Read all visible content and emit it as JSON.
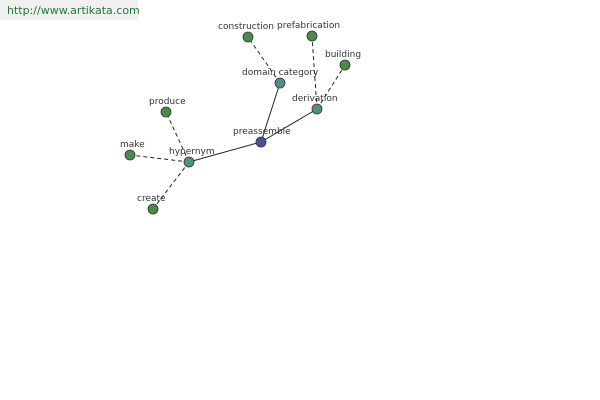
{
  "watermark": {
    "text": "http://www.artikata.com"
  },
  "colors": {
    "root": "#4a4f9a",
    "relation": "#4f8f86",
    "leaf": "#4a8a4a",
    "watermark_text": "#1f7a3a"
  },
  "graph": {
    "nodes": [
      {
        "id": "preassemble",
        "label": "preassemble",
        "kind": "root"
      },
      {
        "id": "hypernym",
        "label": "hypernym",
        "kind": "relation"
      },
      {
        "id": "domain-category",
        "label": "domain category",
        "kind": "relation"
      },
      {
        "id": "derivation",
        "label": "derivation",
        "kind": "relation"
      },
      {
        "id": "produce",
        "label": "produce",
        "kind": "leaf"
      },
      {
        "id": "make",
        "label": "make",
        "kind": "leaf"
      },
      {
        "id": "create",
        "label": "create",
        "kind": "leaf"
      },
      {
        "id": "construction",
        "label": "construction",
        "kind": "leaf"
      },
      {
        "id": "prefabrication",
        "label": "prefabrication",
        "kind": "leaf"
      },
      {
        "id": "building",
        "label": "building",
        "kind": "leaf"
      }
    ],
    "edges": [
      {
        "from": "preassemble",
        "to": "hypernym",
        "style": "solid"
      },
      {
        "from": "preassemble",
        "to": "domain-category",
        "style": "solid"
      },
      {
        "from": "preassemble",
        "to": "derivation",
        "style": "solid"
      },
      {
        "from": "hypernym",
        "to": "produce",
        "style": "dashed"
      },
      {
        "from": "hypernym",
        "to": "make",
        "style": "dashed"
      },
      {
        "from": "hypernym",
        "to": "create",
        "style": "dashed"
      },
      {
        "from": "domain-category",
        "to": "construction",
        "style": "dashed"
      },
      {
        "from": "derivation",
        "to": "prefabrication",
        "style": "dashed"
      },
      {
        "from": "derivation",
        "to": "building",
        "style": "dashed"
      }
    ]
  }
}
